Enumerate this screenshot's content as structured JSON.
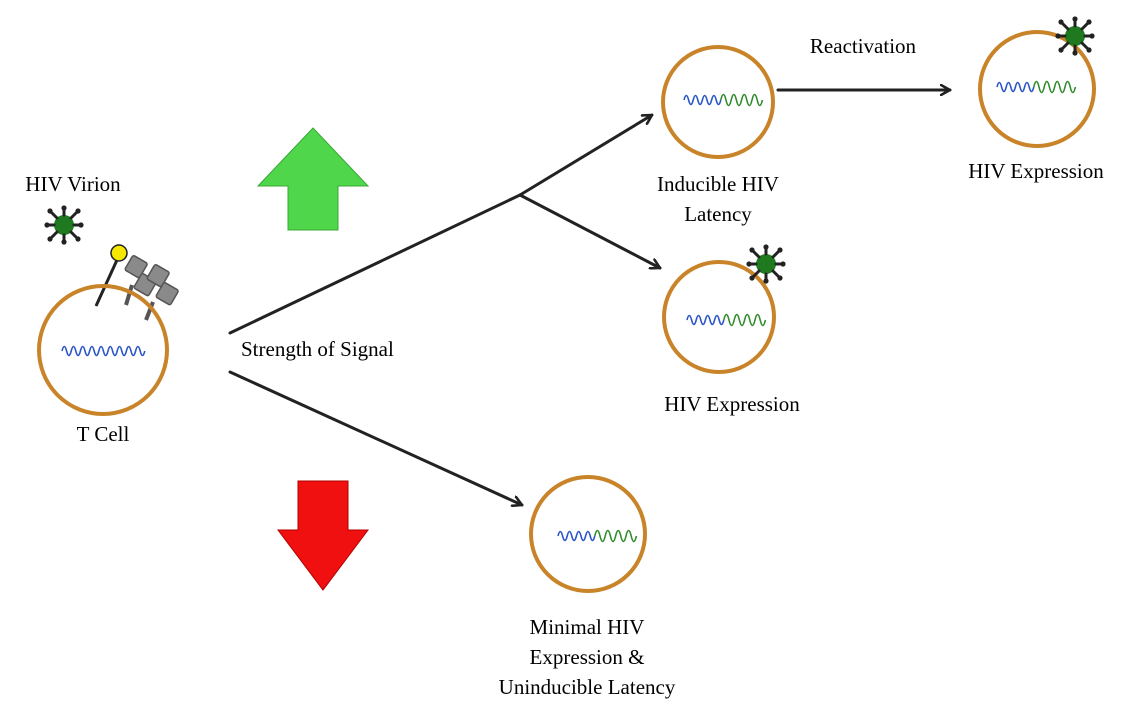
{
  "labels": {
    "hiv_virion": "HIV Virion",
    "t_cell": "T Cell",
    "strength_of_signal": "Strength of Signal",
    "reactivation": "Reactivation",
    "inducible_latency_line1": "Inducible HIV",
    "inducible_latency_line2": "Latency",
    "hiv_expression_top": "HIV Expression",
    "hiv_expression_middle": "HIV Expression",
    "minimal_line1": "Minimal HIV",
    "minimal_line2": "Expression &",
    "minimal_line3": "Uninducible Latency"
  },
  "colors": {
    "cell_membrane": "#c9842a",
    "host_dna": "#2b56c8",
    "hiv_dna": "#2e8b2a",
    "virion": "#1f7a1f",
    "up_arrow": "#4fd64a",
    "down_arrow": "#f01010",
    "arrow": "#222222",
    "receptor": "#8a8a8a",
    "ligand": "#f5e800"
  },
  "icons": {
    "up_arrow": "up-arrow-icon",
    "down_arrow": "down-arrow-icon",
    "virion": "virion-icon",
    "receptor": "receptor-icon"
  }
}
